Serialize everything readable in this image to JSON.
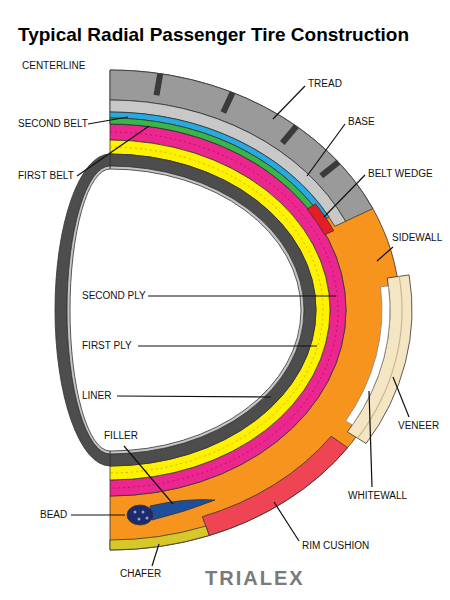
{
  "diagram": {
    "title": "Typical Radial Passenger Tire Construction",
    "labels": [
      "CENTERLINE",
      "TREAD",
      "BASE",
      "SECOND BELT",
      "BELT WEDGE",
      "FIRST BELT",
      "SIDEWALL",
      "SECOND PLY",
      "FIRST PLY",
      "LINER",
      "VENEER",
      "FILLER",
      "WHITEWALL",
      "BEAD",
      "RIM CUSHION",
      "CHAFER",
      "TRIALEX"
    ]
  }
}
